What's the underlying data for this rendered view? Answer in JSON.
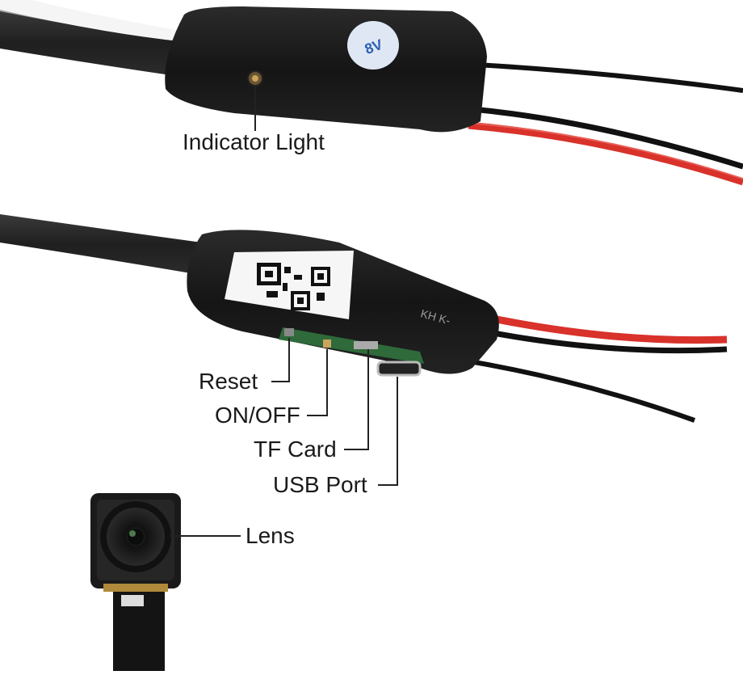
{
  "labels": {
    "indicator_light": "Indicator Light",
    "reset": "Reset",
    "on_off": "ON/OFF",
    "tf_card": "TF Card",
    "usb_port": "USB Port",
    "lens": "Lens"
  },
  "device_markings": {
    "sticker_top": "8V",
    "module_print": "KH  K-"
  },
  "colors": {
    "module_body": "#1c1c1c",
    "ribbon_cable": "#2a2a2a",
    "red_wire": "#d8322b",
    "black_wire": "#111111",
    "sticker": "#dfe7f5",
    "pcb_green": "#2f6a3a"
  }
}
